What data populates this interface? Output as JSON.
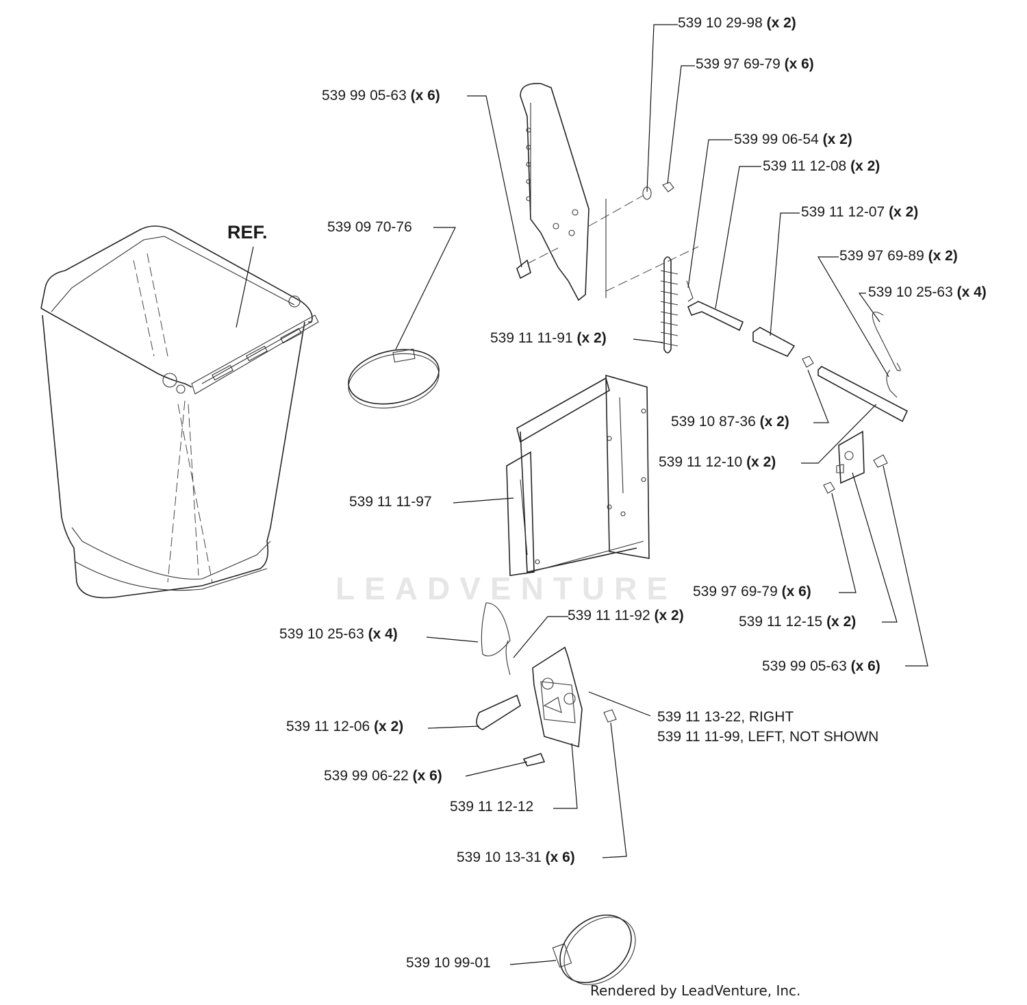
{
  "diagram": {
    "ref_label": "REF.",
    "watermark": "LEADVENTURE",
    "footer": "Rendered by LeadVenture, Inc.",
    "callouts": [
      {
        "id": "p1",
        "part": "539 10 29-98",
        "qty": "(x 2)"
      },
      {
        "id": "p2",
        "part": "539 97 69-79",
        "qty": "(x 6)"
      },
      {
        "id": "p3",
        "part": "539 99 05-63",
        "qty": "(x 6)"
      },
      {
        "id": "p4",
        "part": "539 99 06-54",
        "qty": "(x 2)"
      },
      {
        "id": "p5",
        "part": "539 11 12-08",
        "qty": "(x 2)"
      },
      {
        "id": "p6",
        "part": "539 11 12-07",
        "qty": "(x 2)"
      },
      {
        "id": "p7",
        "part": "539 09 70-76",
        "qty": ""
      },
      {
        "id": "p8",
        "part": "539 97 69-89",
        "qty": "(x 2)"
      },
      {
        "id": "p9",
        "part": "539 10 25-63",
        "qty": "(x 4)"
      },
      {
        "id": "p10",
        "part": "539 11 11-91",
        "qty": "(x 2)"
      },
      {
        "id": "p11",
        "part": "539 10 87-36",
        "qty": "(x 2)"
      },
      {
        "id": "p12",
        "part": "539 11 12-10",
        "qty": "(x 2)"
      },
      {
        "id": "p13",
        "part": "539 11 11-97",
        "qty": ""
      },
      {
        "id": "p14",
        "part": "539 97 69-79",
        "qty": "(x 6)"
      },
      {
        "id": "p15",
        "part": "539 11 12-15",
        "qty": "(x 2)"
      },
      {
        "id": "p16",
        "part": "539 11 11-92",
        "qty": "(x 2)"
      },
      {
        "id": "p17",
        "part": "539 10 25-63",
        "qty": "(x 4)"
      },
      {
        "id": "p18",
        "part": "539 99 05-63",
        "qty": "(x 6)"
      },
      {
        "id": "p19",
        "part": "539 11 13-22, RIGHT",
        "qty": ""
      },
      {
        "id": "p20",
        "part": "539 11 11-99, LEFT, NOT SHOWN",
        "qty": ""
      },
      {
        "id": "p21",
        "part": "539 11 12-06",
        "qty": "(x 2)"
      },
      {
        "id": "p22",
        "part": "539 99 06-22",
        "qty": "(x 6)"
      },
      {
        "id": "p23",
        "part": "539 11 12-12",
        "qty": ""
      },
      {
        "id": "p24",
        "part": "539 10 13-31",
        "qty": "(x 6)"
      },
      {
        "id": "p25",
        "part": "539 10 99-01",
        "qty": ""
      }
    ]
  }
}
